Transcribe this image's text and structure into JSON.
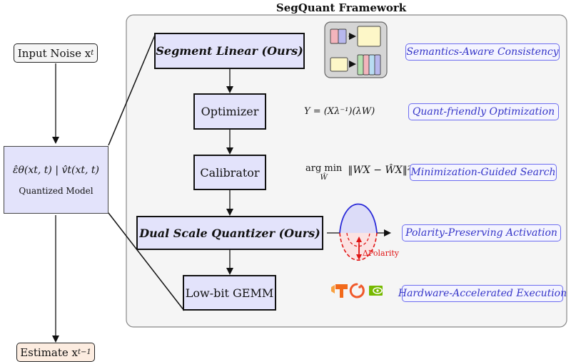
{
  "framework": {
    "title": "SegQuant Framework"
  },
  "left": {
    "input": "Input Noise x",
    "input_sub": "t",
    "model_eq": "ε̂θ(xt, t) | v̂t(xt, t)",
    "model_label": "Quantized Model",
    "estimate": "Estimate x",
    "estimate_sub": "t−1"
  },
  "stages": [
    {
      "label": "Segment Linear (Ours)"
    },
    {
      "label": "Optimizer"
    },
    {
      "label": "Calibrator"
    },
    {
      "label": "Dual Scale Quantizer (Ours)"
    },
    {
      "label": "Low-bit GEMM"
    }
  ],
  "tags": [
    "Semantics-Aware Consistency",
    "Quant-friendly Optimization",
    "Minimization-Guided Search",
    "Polarity-Preserving Activation",
    "Hardware-Accelerated Execution"
  ],
  "formulas": {
    "optimizer": "Y = (Xλ⁻¹)(λW)",
    "calibrator_op": "arg min",
    "calibrator_sub": "Ŵ",
    "calibrator_body": "‖WX − ŴX‖²₂"
  },
  "polarity_label": "ΔPolarity",
  "colors": {
    "stage_fill": "#e3e3fb",
    "tag_border": "#6d6df0",
    "tag_text": "#3535c8",
    "panel_fill": "#f5f5f5",
    "curve": "#2a2ad8",
    "polarity": "#e01515",
    "icon_orange": "#f26a1b",
    "icon_green": "#76b900"
  },
  "icons": [
    "tensorflow-icon",
    "pytorch-icon",
    "nvidia-icon"
  ]
}
